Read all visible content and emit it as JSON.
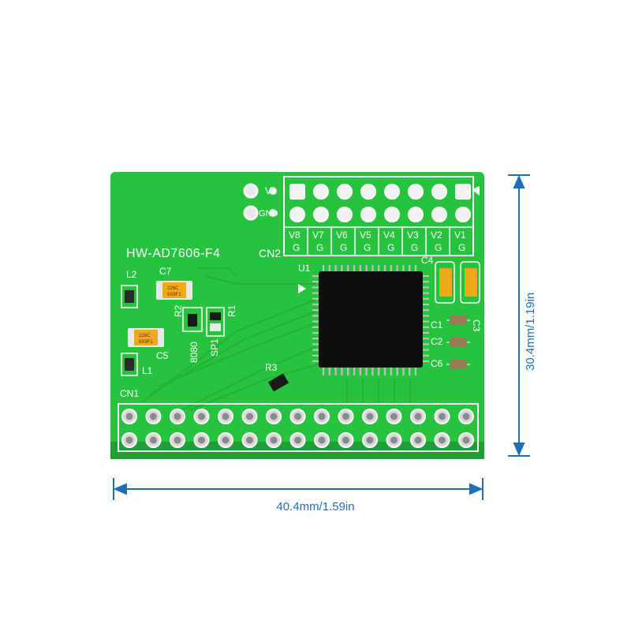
{
  "board": {
    "name": "HW-AD7606-F4",
    "chip_ref": "U1",
    "header_ref": "CN2",
    "connector_ref": "CN1",
    "vx_label": "Vx",
    "gnd_label": "GND",
    "channel_labels": [
      "V8",
      "V7",
      "V6",
      "V5",
      "V4",
      "V3",
      "V2",
      "V1"
    ],
    "ground_label": "G",
    "components": {
      "l2": "L2",
      "l1": "L1",
      "c7": "C7",
      "c5": "C5",
      "r2": "R2",
      "r1": "R1",
      "r3": "R3",
      "c4": "C4",
      "c3": "C3",
      "c1": "C1",
      "c2": "C2",
      "c6": "C6",
      "mode": "8080",
      "sp1": "SP1"
    },
    "cap_marking": "226C",
    "cap_code": "6X9F1"
  },
  "dimensions": {
    "width": "40.4mm/1.59in",
    "height": "30.4mm/1.19in"
  },
  "colors": {
    "pcb": "#27c33e",
    "pcb_dark": "#1ea134",
    "silk": "#ffffff",
    "dimension": "#1f6fb5"
  }
}
